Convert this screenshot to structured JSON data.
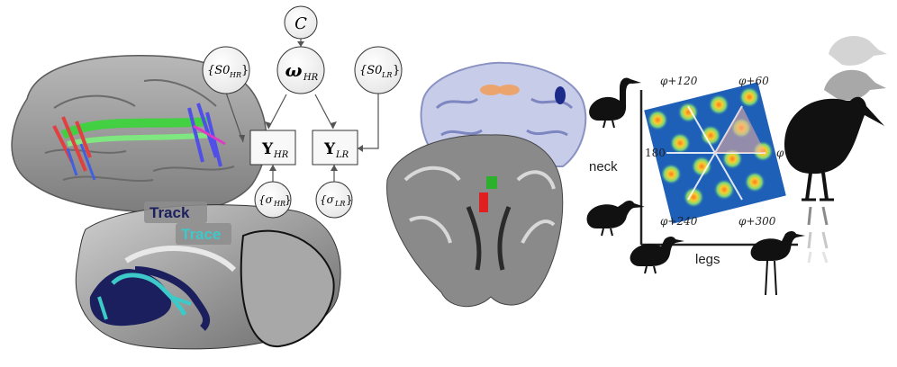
{
  "graphical_model": {
    "top_node": "C",
    "omega_node": "ω",
    "omega_sub": "HR",
    "s0_hr": "{S0",
    "s0_hr_sub": "HR",
    "s0_lr": "{S0",
    "s0_lr_sub": "LR",
    "y_hr": "Y",
    "y_hr_sub": "HR",
    "y_lr": "Y",
    "y_lr_sub": "LR",
    "sigma_hr": "{σ",
    "sigma_hr_sub": "HR",
    "sigma_lr": "{σ",
    "sigma_lr_sub": "LR",
    "close_brace": "}"
  },
  "brain_labels": {
    "track": "Track",
    "trace": "Trace"
  },
  "grid_panel": {
    "x_axis_label": "legs",
    "y_axis_label": "neck",
    "angle_labels": {
      "top_left": "φ+120",
      "top_right": "φ+60",
      "left": "180",
      "right": "φ",
      "bottom_left": "φ+240",
      "bottom_right": "φ+300"
    }
  },
  "colors": {
    "track": "#1b1f5e",
    "trace": "#3ec9c9",
    "grid_background": "#1e5fb8",
    "grid_field": "#f2d033",
    "fmri_green": "#2bb12b",
    "fmri_red": "#e02020"
  }
}
